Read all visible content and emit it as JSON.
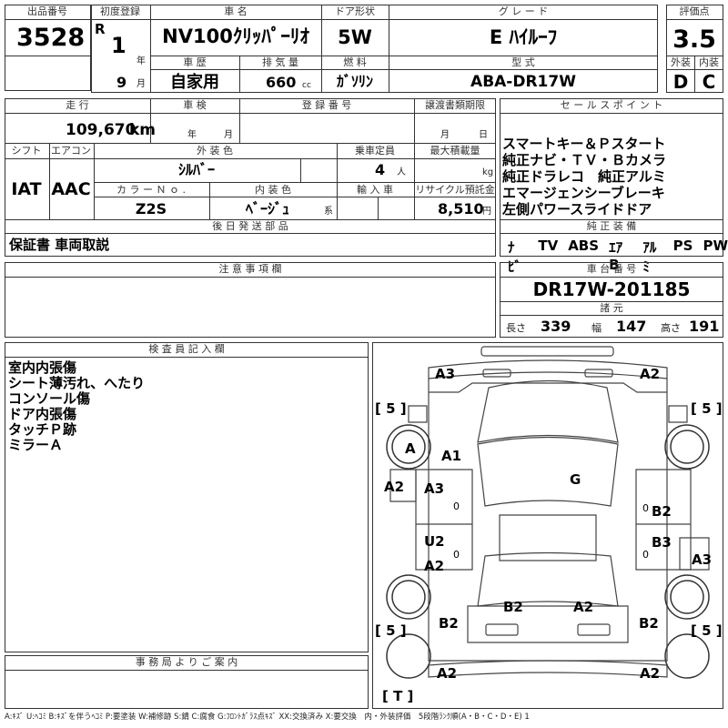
{
  "header": {
    "lot_label": "出品番号",
    "lot_value": "3528",
    "first_reg_label": "初度登録",
    "era": "R",
    "first_reg_year": "1",
    "year_unit": "年",
    "first_reg_month": "9",
    "month_unit": "月",
    "car_name_label": "車 名",
    "car_name": "NV100ｸﾘｯﾊﾟｰﾘｵ",
    "doors_label": "ドア形状",
    "doors": "5W",
    "grade_label": "グ レ ー ド",
    "grade": "E ﾊｲﾙｰﾌ",
    "score_label": "評価点",
    "score": "3.5",
    "history_label": "車 歴",
    "history": "自家用",
    "displacement_label": "排 気 量",
    "displacement": "660",
    "displacement_unit": "cc",
    "fuel_label": "燃 料",
    "fuel": "ｶﾞｿﾘﾝ",
    "model_label": "型 式",
    "model": "ABA-DR17W",
    "exterior_label": "外装",
    "exterior": "D",
    "interior_label": "内装",
    "interior": "C"
  },
  "info": {
    "mileage_label": "走 行",
    "mileage": "109,670",
    "mileage_unit": "km",
    "inspection_label": "車 検",
    "insp_year_unit": "年",
    "insp_month_unit": "月",
    "reg_label": "登 録 番 号",
    "transfer_label": "譲渡書類期限",
    "transfer_month_unit": "月",
    "transfer_day_unit": "日",
    "shift_label": "シフト",
    "shift": "IAT",
    "ac_label": "エアコン",
    "ac": "AAC",
    "color_label": "外 装 色",
    "color": "ｼﾙﾊﾞｰ",
    "capacity_label": "乗車定員",
    "capacity": "4",
    "capacity_unit": "人",
    "load_label": "最大積載量",
    "load_unit": "kg",
    "color_no_label": "カ ラ ー Ｎ ｏ .",
    "color_no": "Z2S",
    "interior_color_label": "内 装 色",
    "interior_color": "ﾍﾞｰｼﾞｭ",
    "interior_color_unit": "系",
    "import_label": "輸 入 車",
    "recycle_label": "リサイクル預託金",
    "recycle": "8,510",
    "recycle_unit": "円",
    "later_label": "後 日 発 送 部 品",
    "later_items": "保証書 車両取説",
    "caution_label": "注 意 事 項 欄"
  },
  "sales": {
    "label": "セ ー ル ス ポ イ ン ト",
    "points": [
      "スマートキー＆Ｐスタート",
      "純正ナビ・ＴＶ・Ｂカメラ",
      "純正ドラレコ　純正アルミ",
      "エマージェンシーブレーキ",
      "左側パワースライドドア"
    ],
    "equip_label": "純 正 装 備",
    "equipment": [
      "ﾅﾋﾞ",
      "TV",
      "ABS",
      "ｴｱB",
      "ｱﾙﾐ",
      "PS",
      "PW"
    ]
  },
  "chassis": {
    "label": "車 台 番 号",
    "number": "DR17W-201185",
    "spec_label": "諸 元",
    "length_label": "長さ",
    "length": "339",
    "width_label": "幅",
    "width": "147",
    "height_label": "高さ",
    "height": "191"
  },
  "inspector": {
    "label": "検 査 員 記 入 欄",
    "notes": [
      "室内内張傷",
      "シート薄汚れ、へたり",
      "コンソール傷",
      "ドア内張傷",
      "タッチＰ跡",
      "ミラーＡ"
    ]
  },
  "office": {
    "label": "事 務 局 よ り ご 案 内"
  },
  "diagram": {
    "a3_tl": "A3",
    "a2_tr": "A2",
    "b5_tl": "[ 5 ]",
    "b5_tr": "[ 5 ]",
    "b5_bl": "[ 5 ]",
    "b5_br": "[ 5 ]",
    "bt": "[ T ]",
    "a_wheel": "A",
    "a1": "A1",
    "g": "G",
    "a2_left": "A2",
    "a3_left": "A3",
    "b2_right": "B2",
    "u2": "U2",
    "b3": "B3",
    "a2_lower_left": "A2",
    "a3_right": "A3",
    "b2_bc_left": "B2",
    "a2_bc_right": "A2",
    "b2_bl": "B2",
    "b2_br": "B2",
    "a2_bottom_left": "A2",
    "a2_bottom_right": "A2",
    "zero": "0"
  },
  "legend": "A:ｷｽﾞ U:ﾍｺﾐ B:ｷｽﾞを伴うﾍｺﾐ P:要塗装 W:補修跡 S:錆 C:腐食 G:ﾌﾛﾝﾄｶﾞﾗｽ点ｷｽﾞ XX:交換済み X:要交換　内・外装評価　5段階ﾗﾝｸ順(A・B・C・D・E) 1"
}
